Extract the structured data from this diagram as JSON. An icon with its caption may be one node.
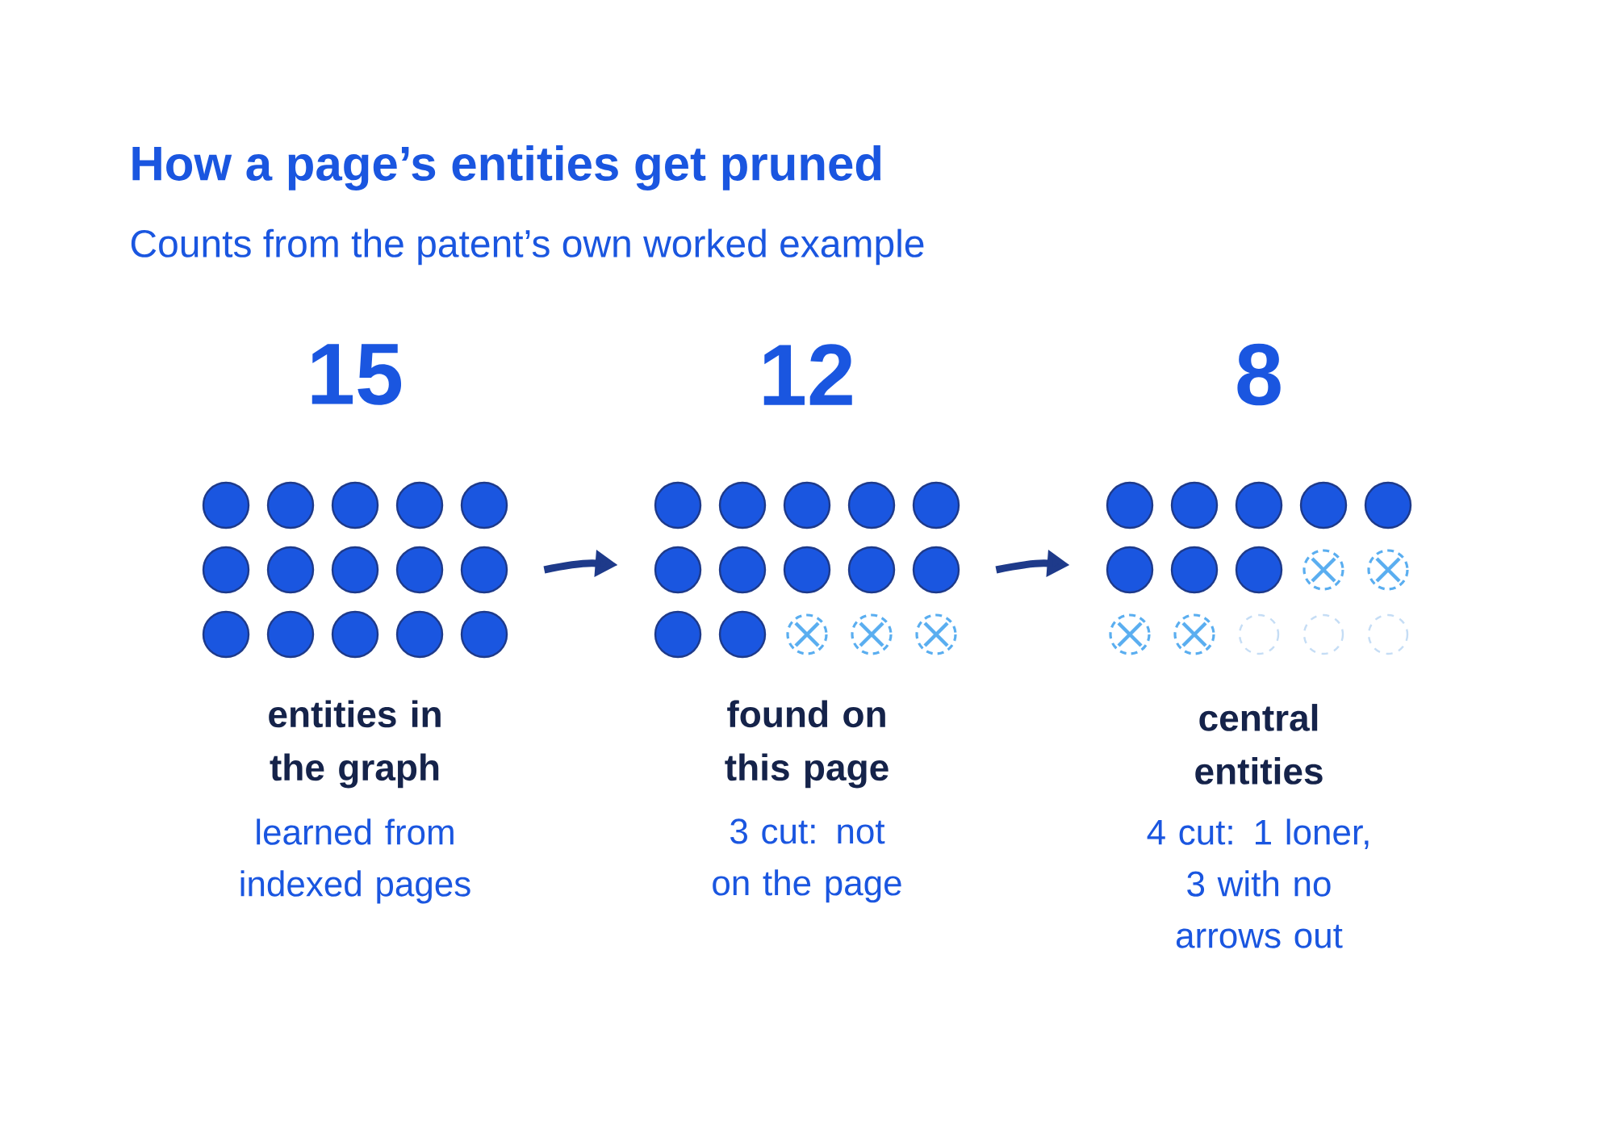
{
  "diagram": {
    "title": "How a page’s entities get pruned",
    "caption": "Counts from the patent’s own worked example",
    "nodes": [
      {
        "text": [
          "15",
          "entities in the graph",
          "learned from indexed pages"
        ]
      },
      {
        "text": [
          "12",
          "found on this page",
          "3 cut: not on the page"
        ]
      },
      {
        "text": [
          "8",
          "central entities",
          "4 cut: 1 loner, 3 with no arrows out"
        ]
      }
    ],
    "edges": [
      {
        "from": 0,
        "to": 1,
        "arrow": "to"
      },
      {
        "from": 1,
        "to": 2,
        "arrow": "to"
      }
    ]
  }
}
